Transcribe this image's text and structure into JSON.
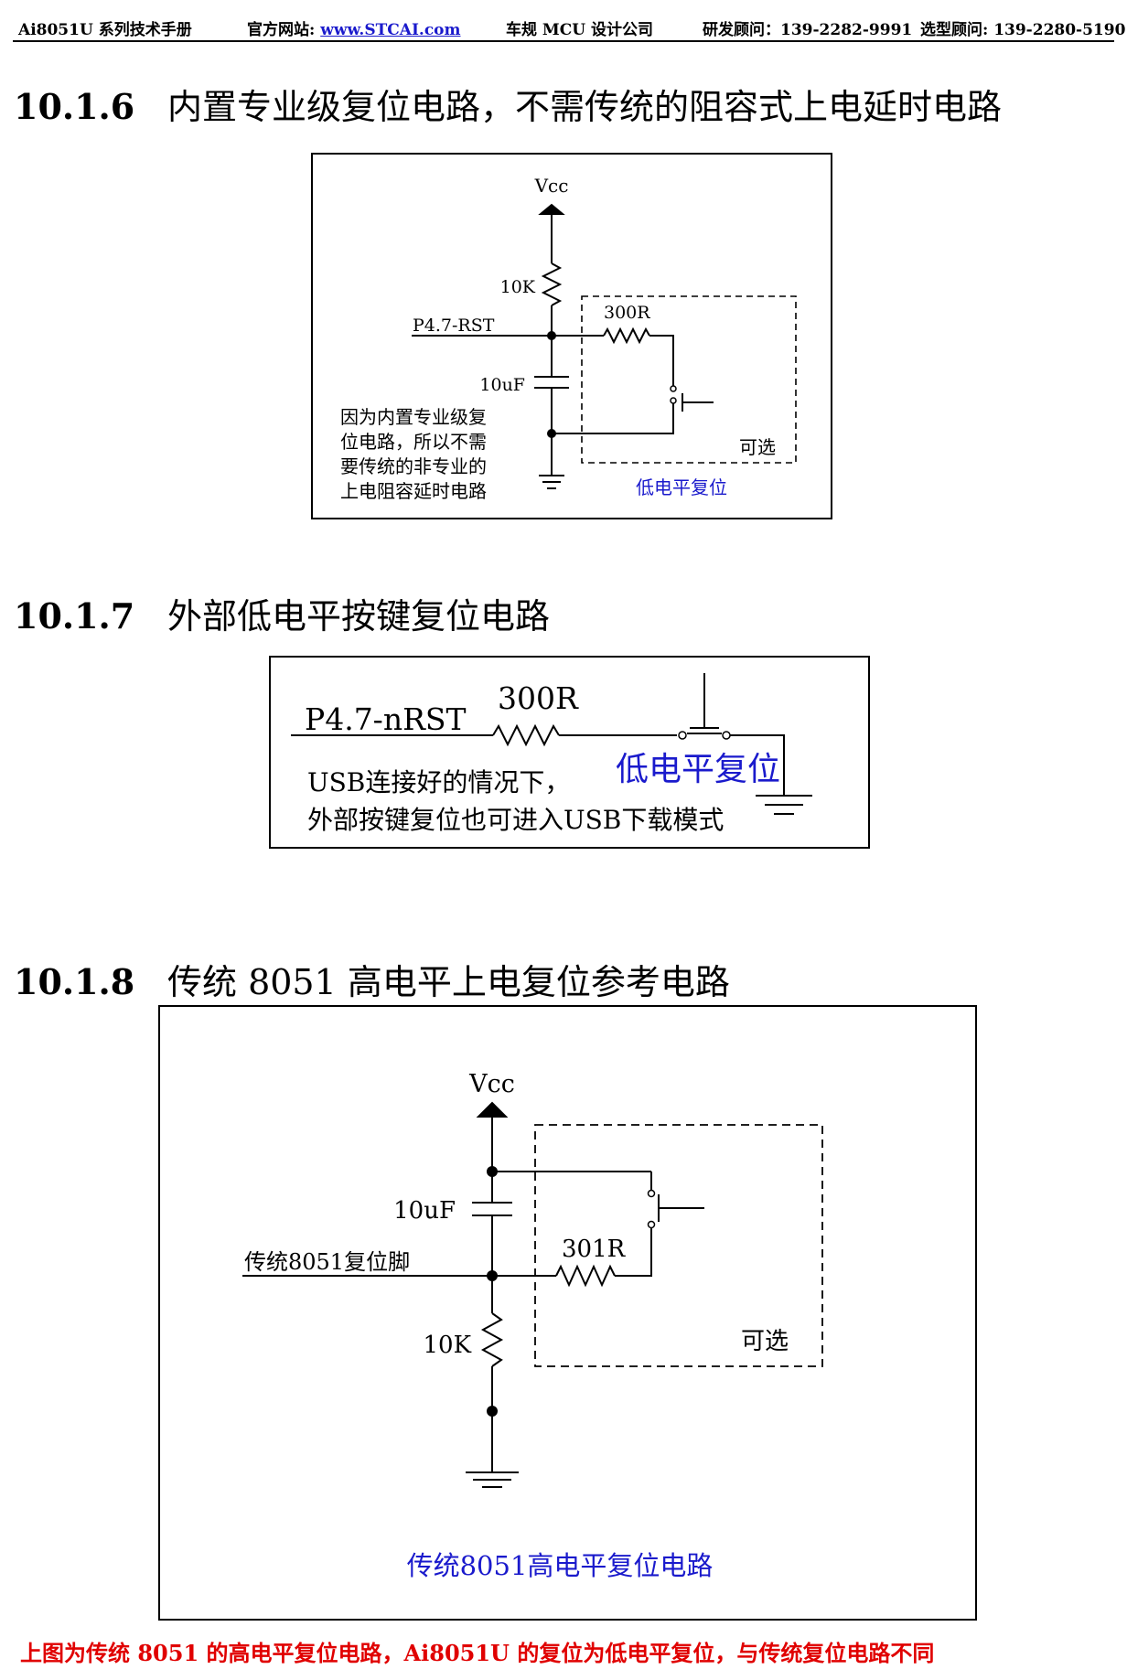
{
  "header": {
    "doc_title": "Ai8051U 系列技术手册",
    "website_label": "官方网站:",
    "website_link": "www.STCAI.com",
    "company": "车规 MCU 设计公司",
    "rd_consultant": "研发顾问：139-2282-9991",
    "selection_consultant": "选型顾问: 139-2280-5190"
  },
  "sections": [
    {
      "number": "10.1.6",
      "title": "内置专业级复位电路，不需传统的阻容式上电延时电路"
    },
    {
      "number": "10.1.7",
      "title": "外部低电平按键复位电路"
    },
    {
      "number": "10.1.8",
      "title": "传统 8051 高电平上电复位参考电路"
    }
  ],
  "figure1": {
    "vcc": "Vcc",
    "resistor_top": "10K",
    "pin": "P4.7-RST",
    "resistor_series": "300R",
    "capacitor": "10uF",
    "note_lines": [
      "因为内置专业级复",
      "位电路，所以不需",
      "要传统的非专业的",
      "上电阻容延时电路"
    ],
    "optional": "可选",
    "caption": "低电平复位"
  },
  "figure2": {
    "pin": "P4.7-nRST",
    "resistor": "300R",
    "caption": "低电平复位",
    "note_lines": [
      "USB连接好的情况下，",
      "外部按键复位也可进入USB下载模式"
    ]
  },
  "figure3": {
    "vcc": "Vcc",
    "capacitor": "10uF",
    "pin": "传统8051复位脚",
    "resistor_series": "301R",
    "resistor_bottom": "10K",
    "optional": "可选",
    "caption": "传统8051高电平复位电路"
  },
  "footnote": "上图为传统 8051 的高电平复位电路，Ai8051U 的复位为低电平复位，与传统复位电路不同",
  "colors": {
    "caption_blue": "#1a1acc",
    "footnote_red": "#e00000",
    "link_blue": "#1a1acc"
  }
}
